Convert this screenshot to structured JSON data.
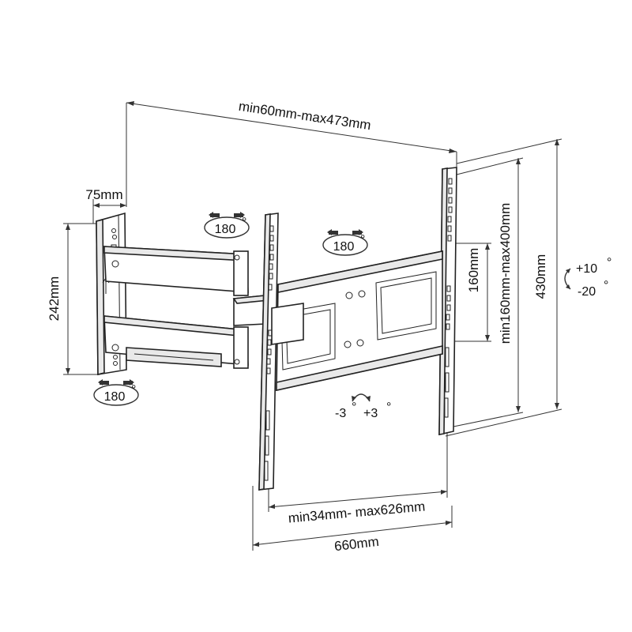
{
  "dimensions": {
    "arm_extension": "min60mm-max473mm",
    "wall_plate_depth": "75mm",
    "wall_plate_height": "242mm",
    "vesa_vertical_small": "160mm",
    "vesa_vertical_range": "min160mm-max400mm",
    "bracket_height": "430mm",
    "vesa_horizontal_range": "min34mm- max626mm",
    "bracket_width": "660mm"
  },
  "rotations": {
    "wall_swivel": "180",
    "arm_swivel": "180",
    "head_swivel": "180",
    "degree_symbol": "°"
  },
  "tilt": {
    "up": "+10",
    "down": "-20",
    "degree_symbol": "°"
  },
  "level_adjust": {
    "minus": "-3",
    "plus": "+3",
    "degree_symbol": "°"
  }
}
